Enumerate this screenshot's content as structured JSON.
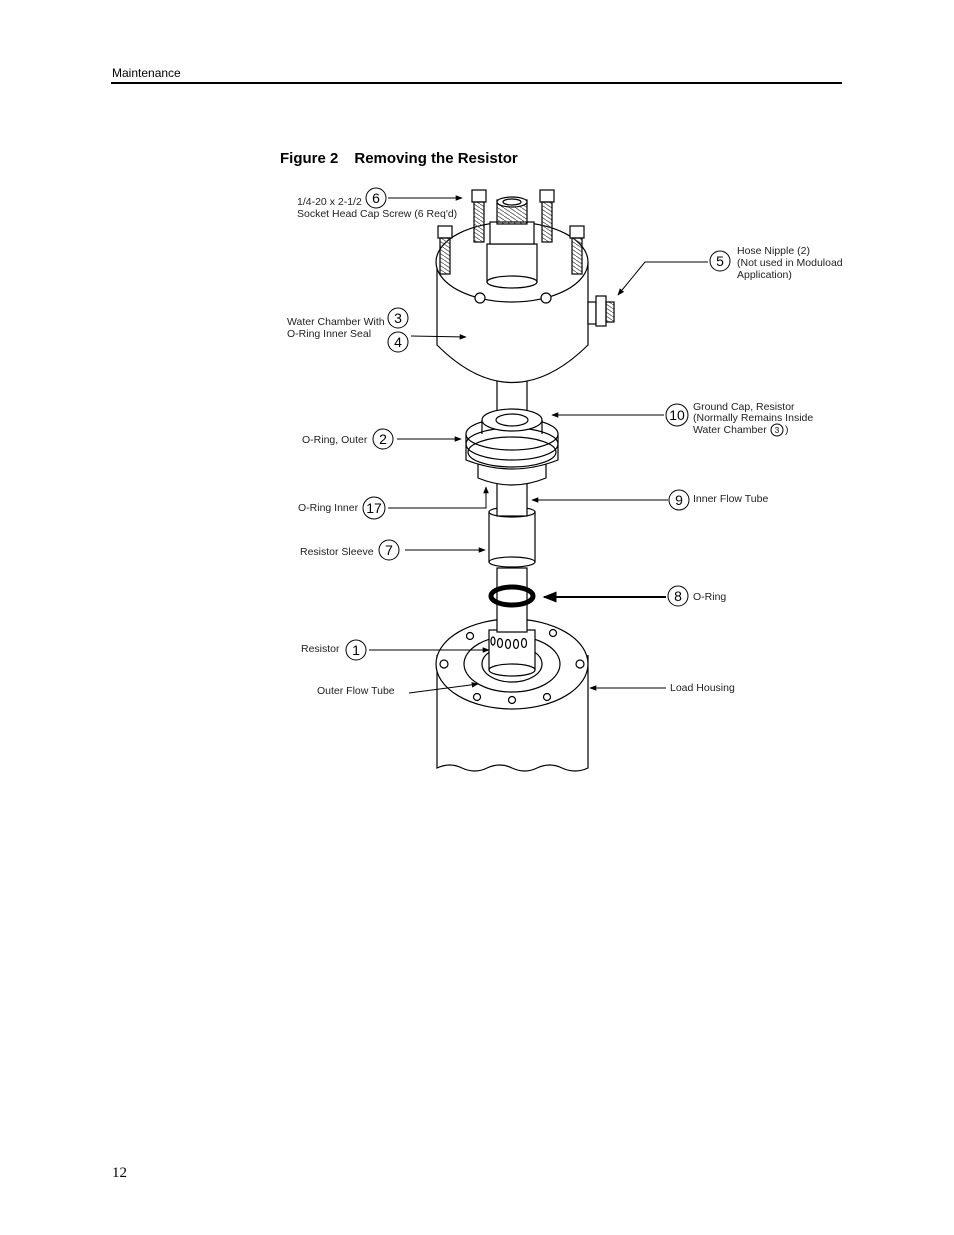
{
  "header": {
    "section": "Maintenance"
  },
  "figure": {
    "number": "Figure 2",
    "title": "Removing the Resistor"
  },
  "callouts": {
    "screw": {
      "num": "6",
      "line1": "1/4-20 x 2-1/2",
      "line2": "Socket Head Cap Screw (6 Req'd)"
    },
    "hose_nipple": {
      "num": "5",
      "line1": "Hose Nipple (2)",
      "line2": "(Not used in Moduload",
      "line3": "Application)"
    },
    "water_chamber": {
      "num_a": "3",
      "num_b": "4",
      "line1": "Water Chamber With",
      "line2": "O-Ring Inner Seal"
    },
    "ground_cap": {
      "num": "10",
      "line1": "Ground Cap, Resistor",
      "line2": "(Normally Remains Inside",
      "line3": "Water Chamber",
      "ref_num": "3",
      "line3_end": ")"
    },
    "o_ring_outer": {
      "num": "2",
      "label": "O-Ring, Outer"
    },
    "inner_flow_tube": {
      "num": "9",
      "label": "Inner Flow Tube"
    },
    "o_ring_inner": {
      "num": "17",
      "label": "O-Ring Inner"
    },
    "resistor_sleeve": {
      "num": "7",
      "label": "Resistor Sleeve"
    },
    "o_ring": {
      "num": "8",
      "label": "O-Ring"
    },
    "resistor": {
      "num": "1",
      "label": "Resistor"
    },
    "outer_flow_tube": {
      "label": "Outer Flow Tube"
    },
    "load_housing": {
      "label": "Load Housing"
    }
  },
  "footer": {
    "page_number": "12"
  }
}
